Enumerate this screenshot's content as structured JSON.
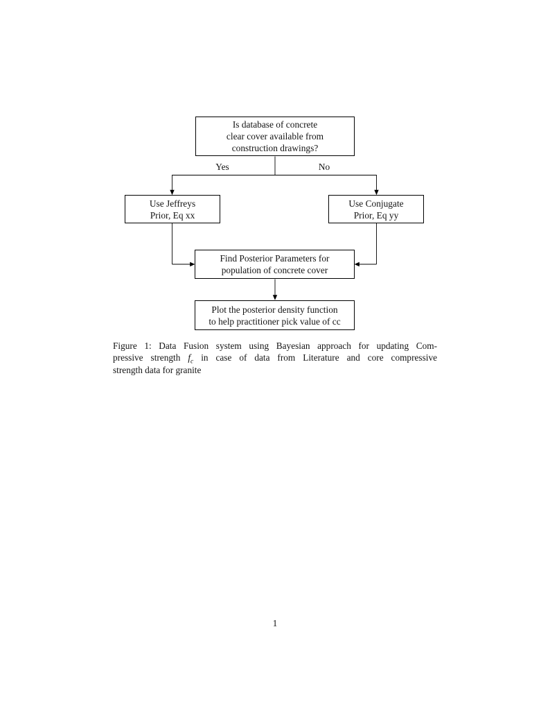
{
  "page": {
    "number": "1"
  },
  "figure": {
    "nodes": {
      "decision": {
        "lines": [
          "Is database of concrete",
          "clear cover available from",
          "construction drawings?"
        ]
      },
      "jeffreys": {
        "lines": [
          "Use Jeffreys",
          "Prior, Eq xx"
        ]
      },
      "conjugate": {
        "lines": [
          "Use Conjugate",
          "Prior, Eq yy"
        ]
      },
      "posterior": {
        "lines": [
          "Find Posterior Parameters for",
          "population of concrete cover"
        ]
      },
      "plot": {
        "lines": [
          "Plot the posterior density function",
          "to help practitioner pick value of cc"
        ]
      }
    },
    "edge_labels": {
      "yes": "Yes",
      "no": "No"
    },
    "caption": {
      "line1": "Figure 1: Data Fusion system using Bayesian approach for updating Com-",
      "line2_pre": "pressive strength ",
      "math_symbol": "f",
      "math_subscript": "c",
      "line2_post": " in case of data from Literature and core compressive",
      "line3": "strength data for granite"
    }
  },
  "colors": {
    "ink": "#141414",
    "border": "#000000",
    "background": "#ffffff"
  }
}
